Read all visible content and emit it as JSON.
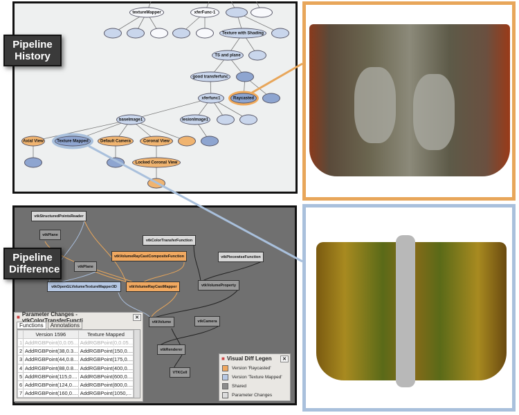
{
  "labels": {
    "history": "Pipeline History",
    "difference": "Pipeline Difference"
  },
  "history_nodes": [
    "textureMapper",
    "xferFunc-1",
    "Texture with Shading",
    "TS and plane",
    "good transferfunc",
    "xferfunc1",
    "Raycasted",
    "baseImage1",
    "lesionImage1",
    "Axial View",
    "Texture Mapped",
    "Default Camera",
    "Coronal View",
    "Locked Coronal View"
  ],
  "modules": [
    "vtkStructuredPointsReader",
    "vtkPlane",
    "vtkColorTransferFunction",
    "vtkVolumeRayCastCompositeFunction",
    "vtkPiecewiseFunction",
    "vtkPlane",
    "vtkOpenGLVolumeTextureMapper3D",
    "vtkVolumeRayCastMapper",
    "vtkVolumeProperty",
    "vtkVolume",
    "vtkCamera",
    "vtkRenderer",
    "VTKCell"
  ],
  "params": {
    "title": "Parameter Changes - vtkColorTransferFuncti",
    "tabs": [
      "Functions",
      "Annotations"
    ],
    "columns": [
      "Version 1596",
      "Texture Mapped"
    ],
    "rows": [
      [
        "1",
        "AddRGBPoint(0,0.05...",
        "AddRGBPoint(0,0.05..."
      ],
      [
        "2",
        "AddRGBPoint(38,0.3...",
        "AddRGBPoint(150,0...."
      ],
      [
        "3",
        "AddRGBPoint(44,0.8...",
        "AddRGBPoint(175,0...."
      ],
      [
        "4",
        "AddRGBPoint(88,0.8...",
        "AddRGBPoint(400,0...."
      ],
      [
        "5",
        "AddRGBPoint(115,0....",
        "AddRGBPoint(600,0...."
      ],
      [
        "6",
        "AddRGBPoint(124,0....",
        "AddRGBPoint(800,0...."
      ],
      [
        "7",
        "AddRGBPoint(160,0....",
        "AddRGBPoint(1050,..."
      ]
    ]
  },
  "legend": {
    "title": "Visual Diff Legen",
    "items": [
      {
        "label": "Version 'Raycasted'",
        "color": "#f0a860"
      },
      {
        "label": "Version 'Texture Mapped'",
        "color": "#b6c8e4"
      },
      {
        "label": "Shared",
        "color": "#8c8c8c"
      },
      {
        "label": "Parameter Changes",
        "color": "#dcdcdc"
      }
    ]
  },
  "colors": {
    "raycasted": "#e8a65a",
    "texture_mapped": "#a9c0dc"
  }
}
